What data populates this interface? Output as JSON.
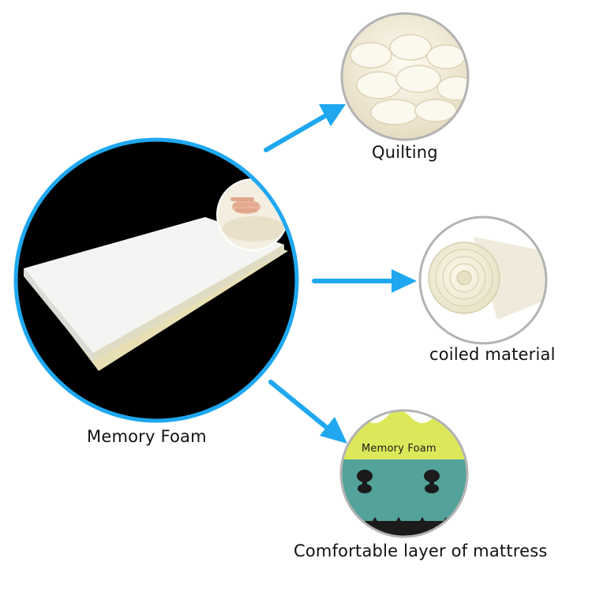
{
  "labels": {
    "memory_foam": "Memory Foam",
    "quilting": "Quilting",
    "coiled_material": "coiled material",
    "comfortable_layer": "Comfortable layer of mattress",
    "inset_foam_text": "Memory Foam"
  },
  "icons": {
    "main": "memory-foam-mattress-image",
    "quilting": "quilting-foam-image",
    "coiled": "coiled-material-roll-image",
    "comfort": "comfort-layer-crosssection-image"
  },
  "colors": {
    "ring_main": "#1fa8f0",
    "ring_sub": "#b3b3b3",
    "arrow": "#1fa8f0",
    "text": "#111111"
  }
}
